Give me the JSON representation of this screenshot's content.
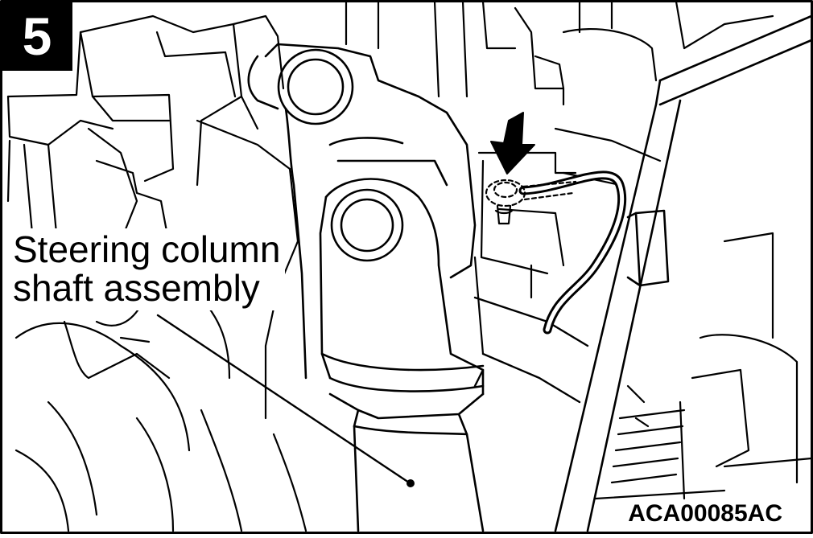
{
  "step": {
    "number": "5"
  },
  "callout": {
    "line1": "Steering column",
    "line2": "shaft assembly"
  },
  "figure_code": "ACA00085AC",
  "colors": {
    "ink": "#000000",
    "paper": "#ffffff"
  }
}
